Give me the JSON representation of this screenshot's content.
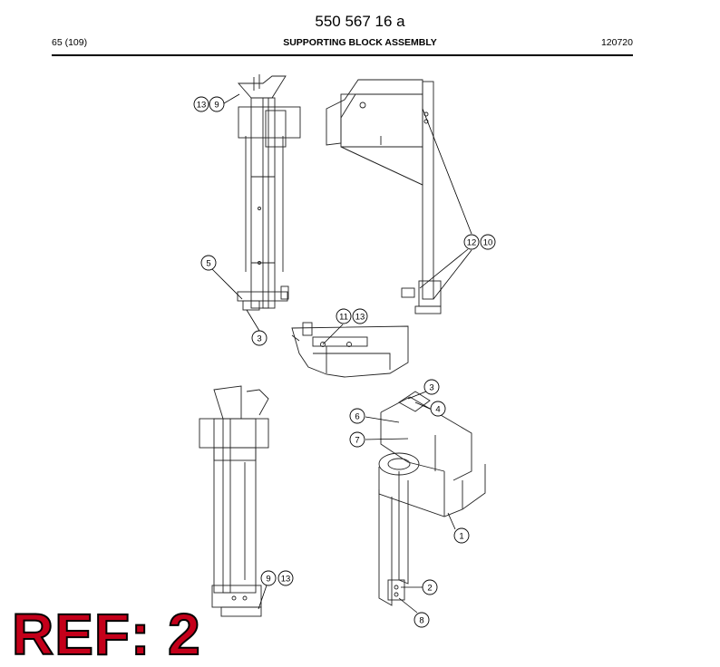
{
  "header": {
    "doc_number": "550 567 16 a",
    "page": "65 (109)",
    "title": "SUPPORTING BLOCK ASSEMBLY",
    "code": "120720"
  },
  "callouts": [
    "13",
    "9",
    "12",
    "10",
    "5",
    "3",
    "11",
    "13",
    "3",
    "4",
    "6",
    "7",
    "1",
    "9",
    "13",
    "2",
    "8"
  ],
  "overlay": {
    "ref_label": "REF: 2",
    "color": "#c4001a"
  }
}
